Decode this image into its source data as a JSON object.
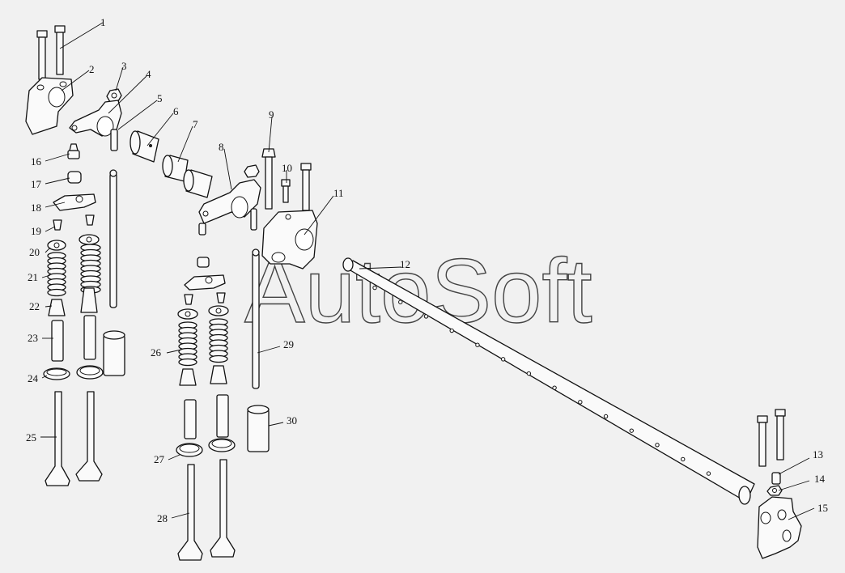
{
  "watermark": "AutoSoft",
  "labels": [
    {
      "id": "1",
      "part": "bolt"
    },
    {
      "id": "2",
      "part": "bracket"
    },
    {
      "id": "3",
      "part": "nut"
    },
    {
      "id": "4",
      "part": "rocker-arm"
    },
    {
      "id": "5",
      "part": "adjusting-screw"
    },
    {
      "id": "6",
      "part": "bushing"
    },
    {
      "id": "7",
      "part": "spacer"
    },
    {
      "id": "8",
      "part": "rocker-arm"
    },
    {
      "id": "9",
      "part": "bolt"
    },
    {
      "id": "10",
      "part": "screw"
    },
    {
      "id": "11",
      "part": "bracket"
    },
    {
      "id": "12",
      "part": "rocker-shaft"
    },
    {
      "id": "13",
      "part": "plug"
    },
    {
      "id": "14",
      "part": "washer"
    },
    {
      "id": "15",
      "part": "bracket"
    },
    {
      "id": "16",
      "part": "ball-joint"
    },
    {
      "id": "17",
      "part": "cap"
    },
    {
      "id": "18",
      "part": "bridge"
    },
    {
      "id": "19",
      "part": "valve-keeper"
    },
    {
      "id": "20",
      "part": "spring-retainer"
    },
    {
      "id": "21",
      "part": "valve-spring"
    },
    {
      "id": "22",
      "part": "valve-seal"
    },
    {
      "id": "23",
      "part": "valve-guide"
    },
    {
      "id": "24",
      "part": "valve-seat-insert"
    },
    {
      "id": "25",
      "part": "valve"
    },
    {
      "id": "26",
      "part": "valve-spring"
    },
    {
      "id": "27",
      "part": "valve-seat-insert"
    },
    {
      "id": "28",
      "part": "valve"
    },
    {
      "id": "29",
      "part": "push-rod"
    },
    {
      "id": "30",
      "part": "sleeve"
    }
  ]
}
